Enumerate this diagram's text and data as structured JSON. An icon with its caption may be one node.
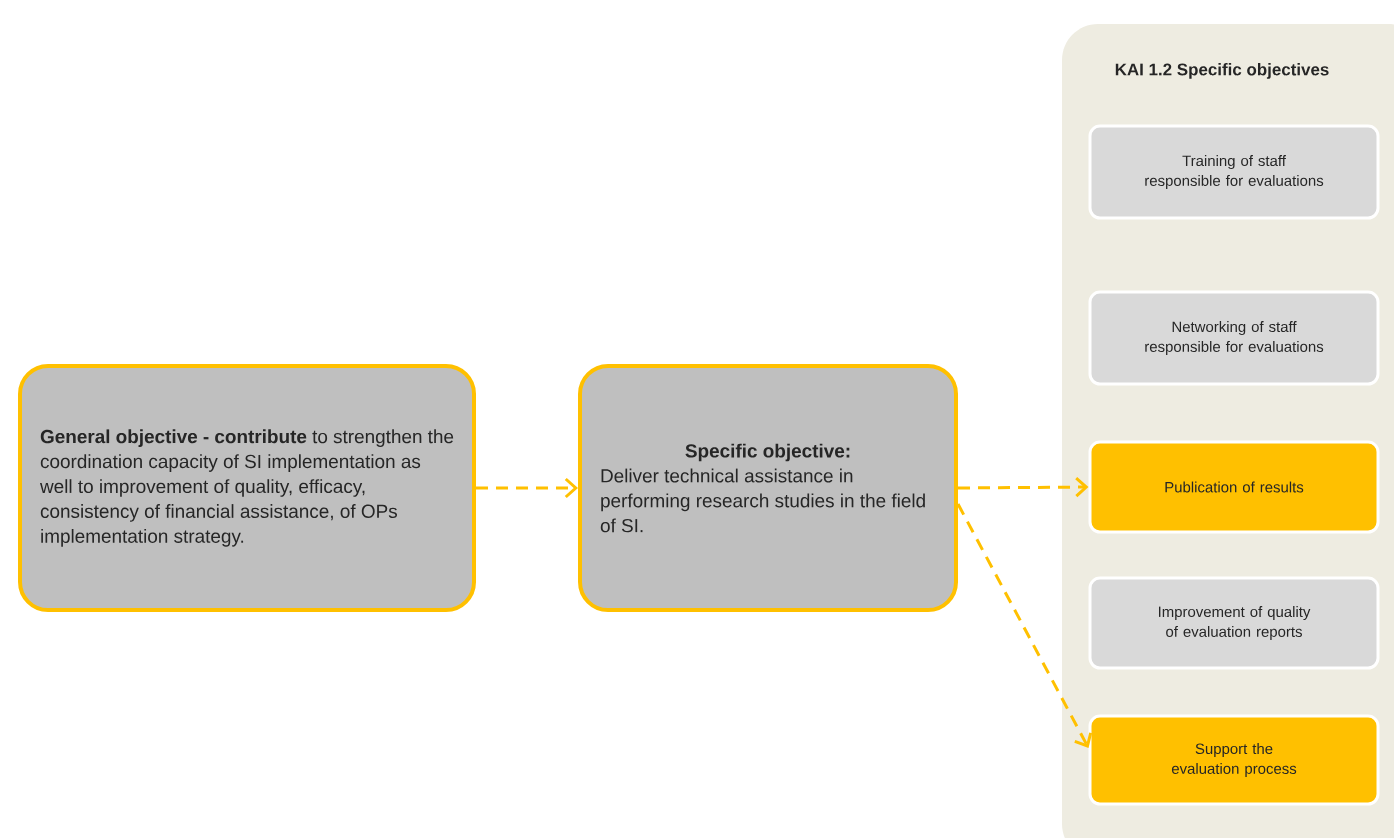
{
  "diagram": {
    "nodes": [
      {
        "text": [
          "**General objective - contribute** to strengthen the coordination capacity of SI implementation as well to improvement of quality, efficacy, consistency of financial assistance, of OPs implementation strategy."
        ]
      },
      {
        "text": [
          "Specific objective:",
          "Deliver technical assistance in performing research studies in the field of SI."
        ]
      },
      {
        "text": [
          "KAI 1.2 Specific objectives"
        ]
      },
      {
        "text": [
          "Training of staff responsible for evaluations"
        ],
        "in": 2
      },
      {
        "text": [
          "Networking of staff responsible for evaluations"
        ],
        "in": 2
      },
      {
        "text": [
          "Publication of results"
        ],
        "in": 2
      },
      {
        "text": [
          "Improvement of quality of evaluation reports"
        ],
        "in": 2
      },
      {
        "text": [
          "Support the evaluation process"
        ],
        "in": 2
      }
    ],
    "edges": [
      {
        "from": 0,
        "to": 1,
        "arrow": "to",
        "style": "dashed"
      },
      {
        "from": 1,
        "to": 5,
        "arrow": "to",
        "style": "dashed"
      },
      {
        "from": 1,
        "to": 7,
        "arrow": "to",
        "style": "dashed"
      }
    ]
  }
}
